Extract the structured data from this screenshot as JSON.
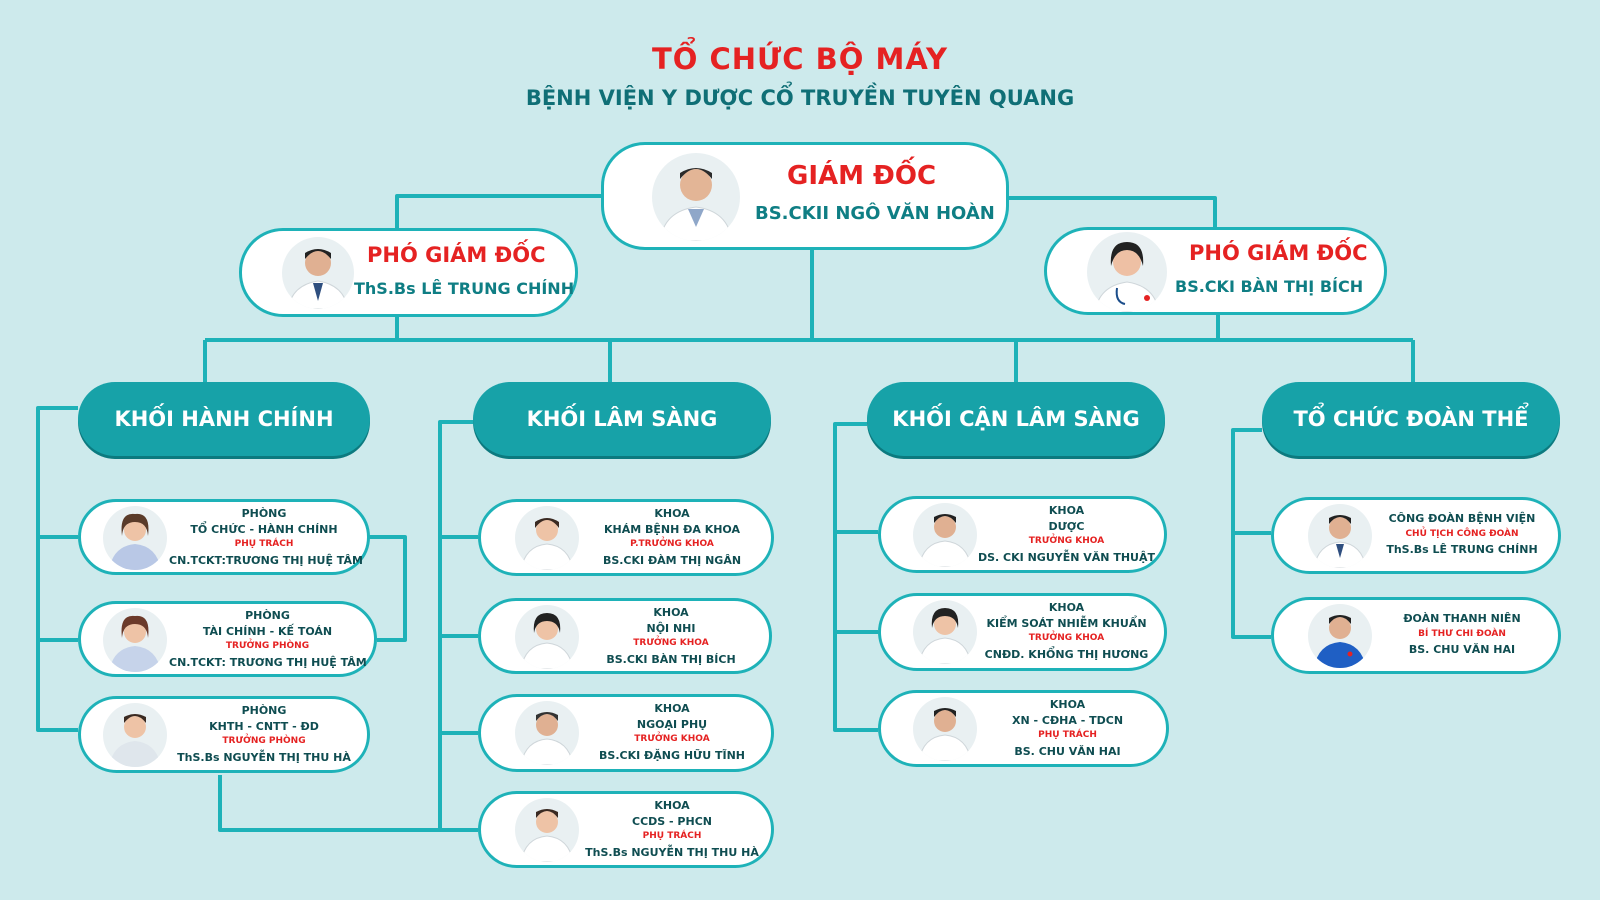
{
  "title": "TỔ CHỨC BỘ MÁY",
  "subtitle": "BỆNH VIỆN Y DƯỢC CỔ TRUYỀN TUYÊN QUANG",
  "director": {
    "role": "GIÁM ĐỐC",
    "name": "BS.CKII NGÔ VĂN HOÀN"
  },
  "deputy_left": {
    "role": "PHÓ GIÁM ĐỐC",
    "name": "ThS.Bs LÊ TRUNG CHÍNH"
  },
  "deputy_right": {
    "role": "PHÓ GIÁM ĐỐC",
    "name": "BS.CKI BÀN THỊ BÍCH"
  },
  "blocks": [
    {
      "label": "KHỐI HÀNH CHÍNH",
      "units": [
        {
          "l1": "PHÒNG",
          "l2": "TỔ CHỨC - HÀNH CHÍNH",
          "role": "PHỤ TRÁCH",
          "name": "CN.TCKT:TRƯƠNG THỊ HUỆ TÂM"
        },
        {
          "l1": "PHÒNG",
          "l2": "TÀI CHÍNH - KẾ TOÁN",
          "role": "TRƯỞNG PHÒNG",
          "name": "CN.TCKT: TRƯƠNG THỊ HUỆ TÂM"
        },
        {
          "l1": "PHÒNG",
          "l2": "KHTH - CNTT - ĐD",
          "role": "TRƯỞNG PHÒNG",
          "name": "ThS.Bs NGUYỄN THỊ THU HÀ"
        }
      ]
    },
    {
      "label": "KHỐI LÂM SÀNG",
      "units": [
        {
          "l1": "KHOA",
          "l2": "KHÁM BỆNH ĐA KHOA",
          "role": "P.TRƯỞNG KHOA",
          "name": "BS.CKI ĐÀM THỊ NGÂN"
        },
        {
          "l1": "KHOA",
          "l2": "NỘI NHI",
          "role": "TRƯỞNG KHOA",
          "name": "BS.CKI BÀN THỊ BÍCH"
        },
        {
          "l1": "KHOA",
          "l2": "NGOẠI PHỤ",
          "role": "TRƯỞNG KHOA",
          "name": "BS.CKI ĐẶNG HỮU TĨNH"
        },
        {
          "l1": "KHOA",
          "l2": "CCDS - PHCN",
          "role": "PHỤ TRÁCH",
          "name": "ThS.Bs NGUYỄN THỊ THU HÀ"
        }
      ]
    },
    {
      "label": "KHỐI CẬN LÂM SÀNG",
      "units": [
        {
          "l1": "KHOA",
          "l2": "DƯỢC",
          "role": "TRƯỞNG KHOA",
          "name": "DS. CKI NGUYỄN VĂN THUẬT"
        },
        {
          "l1": "KHOA",
          "l2": "KIỂM SOÁT NHIỄM KHUẨN",
          "role": "TRƯỞNG KHOA",
          "name": "CNĐD. KHỔNG THỊ HƯƠNG"
        },
        {
          "l1": "KHOA",
          "l2": "XN - CĐHA - TDCN",
          "role": "PHỤ TRÁCH",
          "name": "BS. CHU VĂN HAI"
        }
      ]
    },
    {
      "label": "TỔ CHỨC ĐOÀN THỂ",
      "units": [
        {
          "l1": "",
          "l2": "CÔNG ĐOÀN BỆNH VIỆN",
          "role": "CHỦ TỊCH CÔNG ĐOÀN",
          "name": "ThS.Bs LÊ TRUNG CHÍNH"
        },
        {
          "l1": "",
          "l2": "ĐOÀN THANH NIÊN",
          "role": "BÍ THƯ CHI ĐOÀN",
          "name": "BS. CHU VĂN HAI"
        }
      ]
    }
  ],
  "colors": {
    "teal": "#17a2a8",
    "line": "#1eb2b8",
    "red": "#e52222",
    "background": "#cdeaec"
  }
}
